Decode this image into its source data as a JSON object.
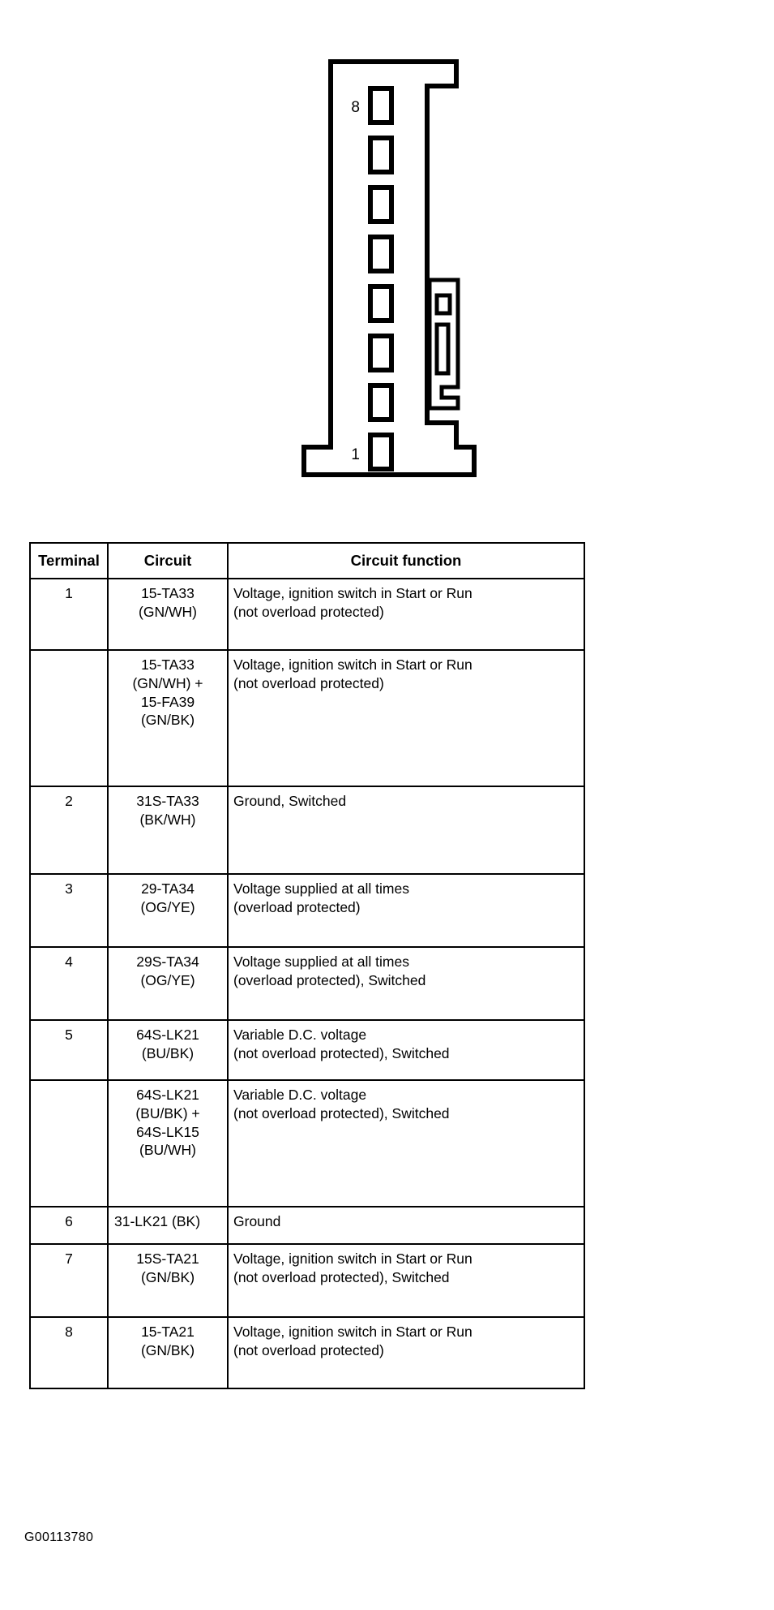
{
  "figure": {
    "code": "G00113780",
    "connector": {
      "top_pin_label": "8",
      "bottom_pin_label": "1",
      "cavity_count": 8,
      "line_color": "#000000",
      "fill_color": "#ffffff"
    }
  },
  "table": {
    "headers": {
      "terminal": "Terminal",
      "circuit": "Circuit",
      "function": "Circuit function"
    },
    "rows": [
      {
        "terminal": "1",
        "circuit": "15-TA33\n(GN/WH)",
        "function": "Voltage, ignition switch in Start or Run\n(not overload protected)",
        "height_class": "r-h1"
      },
      {
        "terminal": "",
        "circuit": "15-TA33\n(GN/WH) +\n15-FA39\n(GN/BK)",
        "function": "Voltage, ignition switch in Start or Run\n(not overload protected)",
        "height_class": "r-h2"
      },
      {
        "terminal": "2",
        "circuit": "31S-TA33\n(BK/WH)",
        "function": "Ground, Switched",
        "height_class": "r-h3"
      },
      {
        "terminal": "3",
        "circuit": "29-TA34\n(OG/YE)",
        "function": "Voltage supplied at all times\n(overload protected)",
        "height_class": "r-h4"
      },
      {
        "terminal": "4",
        "circuit": "29S-TA34\n(OG/YE)",
        "function": "Voltage supplied at all times\n(overload protected), Switched",
        "height_class": "r-h4"
      },
      {
        "terminal": "5",
        "circuit": "64S-LK21\n(BU/BK)",
        "function": "Variable D.C. voltage\n(not overload protected), Switched",
        "height_class": "r-h5"
      },
      {
        "terminal": "",
        "circuit": "64S-LK21\n(BU/BK) +\n64S-LK15\n(BU/WH)",
        "function": "Variable D.C. voltage\n(not overload protected), Switched",
        "height_class": "r-h6"
      },
      {
        "terminal": "6",
        "circuit": "31-LK21 (BK)",
        "function": "Ground",
        "height_class": "r-h7",
        "circuit_compact": true
      },
      {
        "terminal": "7",
        "circuit": "15S-TA21\n(GN/BK)",
        "function": "Voltage, ignition switch in Start or Run\n(not overload protected), Switched",
        "height_class": "r-h4"
      },
      {
        "terminal": "8",
        "circuit": "15-TA21\n(GN/BK)",
        "function": "Voltage, ignition switch in Start or Run\n(not overload protected)",
        "height_class": "r-h8"
      }
    ]
  }
}
